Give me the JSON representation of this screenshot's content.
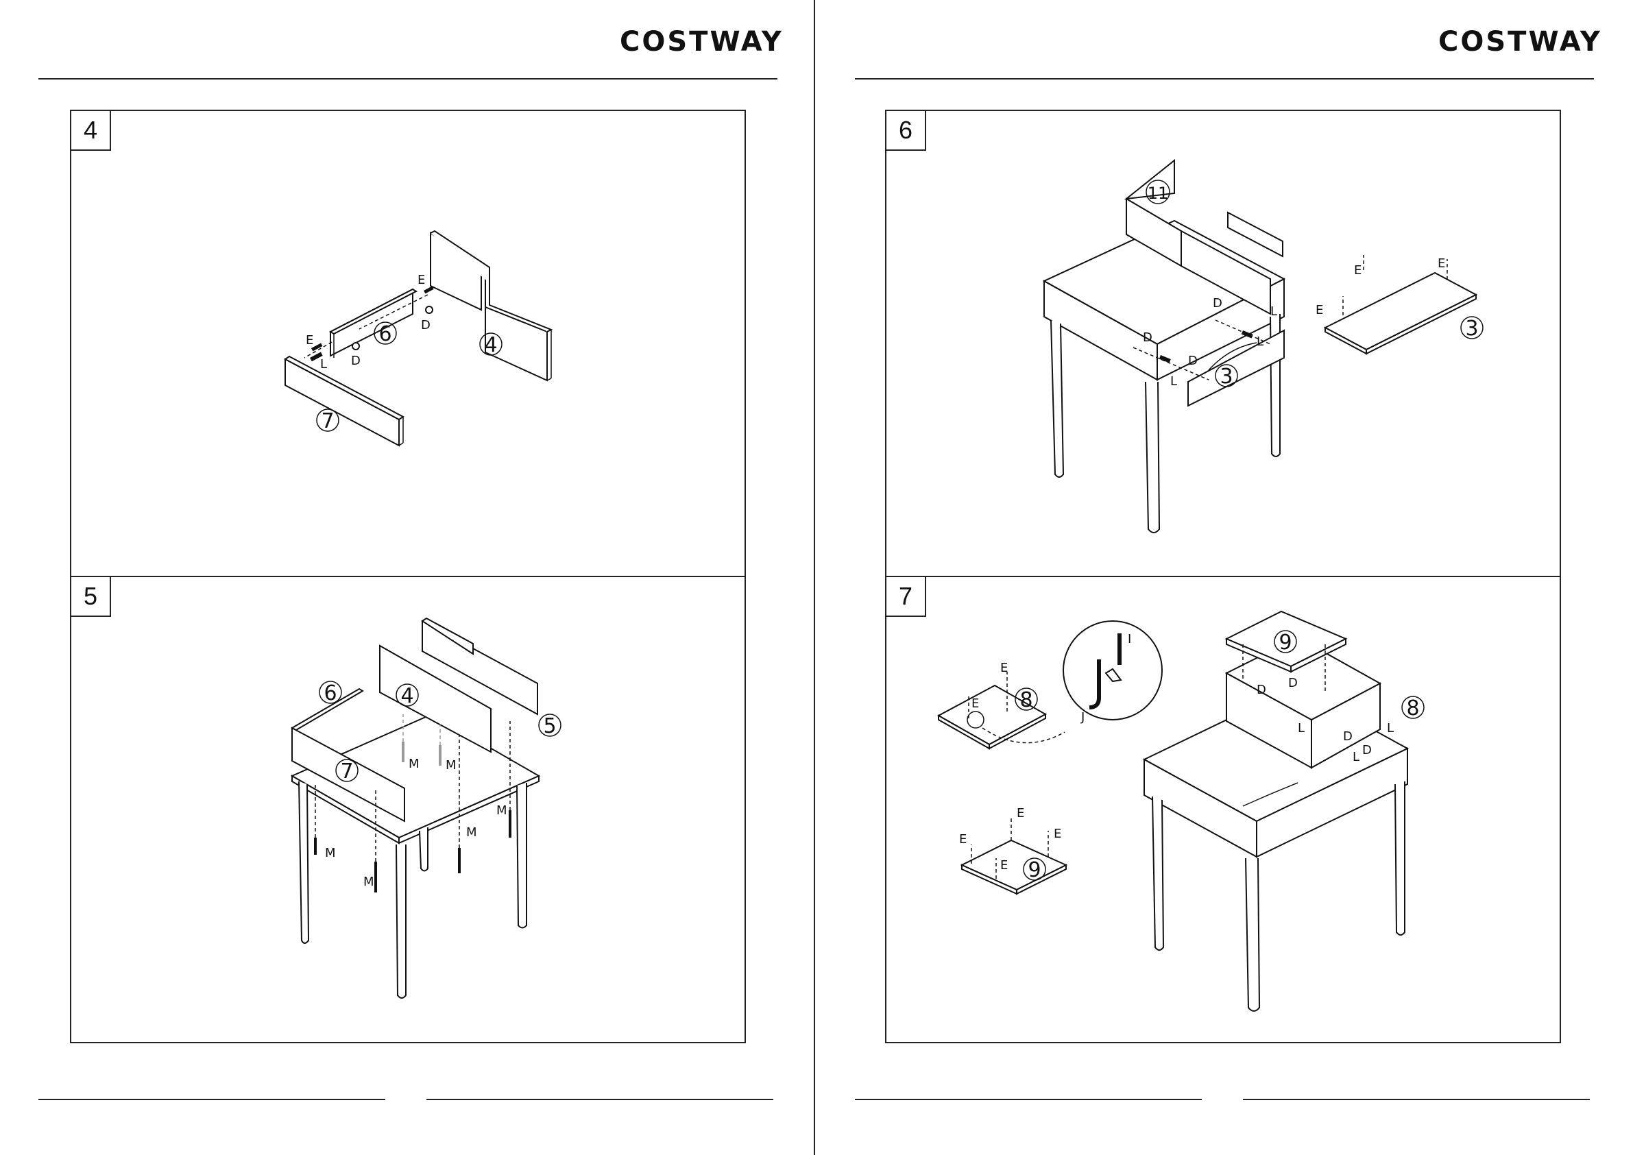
{
  "brand": "COSTWAY",
  "steps": [
    {
      "number": "4",
      "part_labels": [
        "6",
        "4",
        "7"
      ],
      "hardware_labels": [
        "E",
        "D",
        "E",
        "L",
        "D"
      ]
    },
    {
      "number": "5",
      "part_labels": [
        "6",
        "4",
        "5",
        "7"
      ],
      "hardware_labels": [
        "M",
        "M",
        "M",
        "M",
        "M",
        "M"
      ]
    },
    {
      "number": "6",
      "part_labels": [
        "11",
        "3",
        "3"
      ],
      "hardware_labels": [
        "D",
        "D",
        "L",
        "D",
        "L",
        "L",
        "E",
        "E",
        "E"
      ]
    },
    {
      "number": "7",
      "part_labels": [
        "9",
        "8",
        "8",
        "9"
      ],
      "hardware_labels": [
        "E",
        "E",
        "D",
        "D",
        "D",
        "L",
        "D",
        "L",
        "L",
        "E",
        "E",
        "E",
        "E",
        "J",
        "I"
      ]
    }
  ]
}
